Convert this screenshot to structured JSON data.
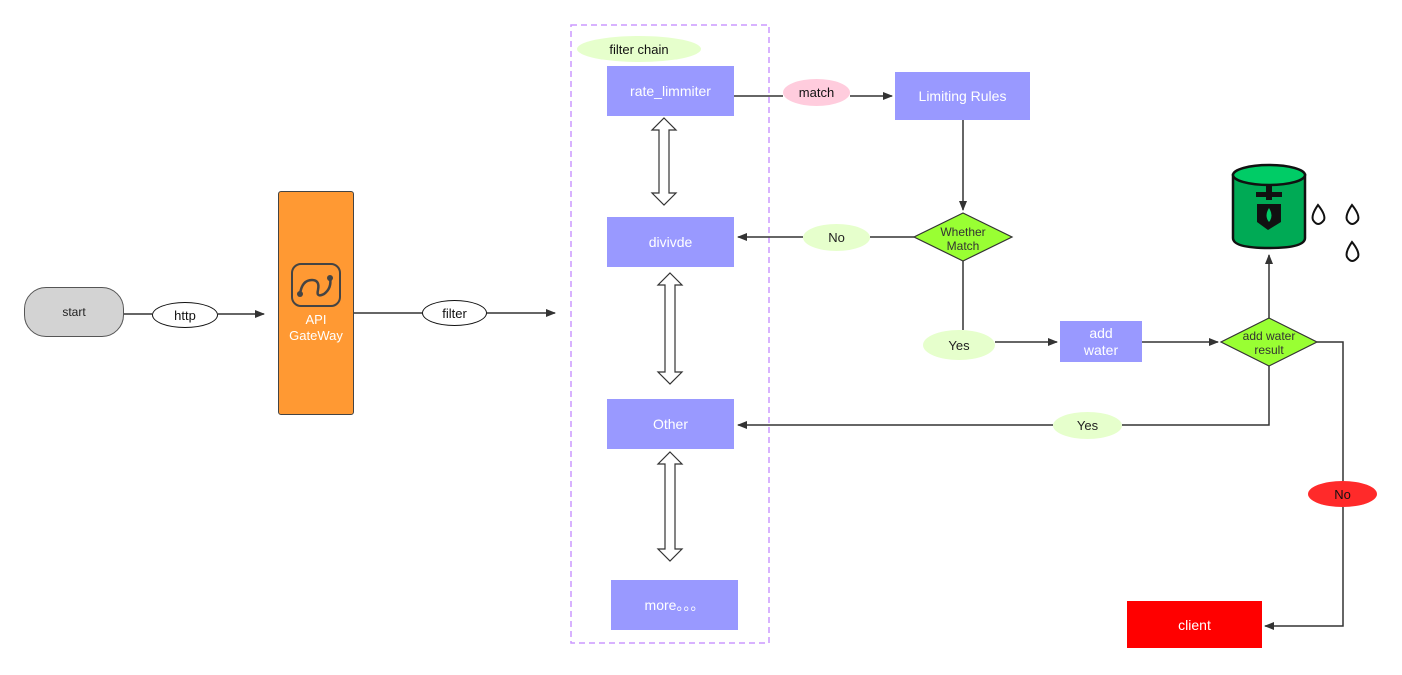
{
  "nodes": {
    "start": "start",
    "http": "http",
    "gateway": "API\nGateWay",
    "filter": "filter",
    "filter_chain": "filter chain",
    "rate_limiter": "rate_limmiter",
    "divide": "divivde",
    "other": "Other",
    "more": "more。。。",
    "match": "match",
    "limiting_rules": "Limiting Rules",
    "whether_match": "Whether\nMatch",
    "no_left": "No",
    "yes_down": "Yes",
    "add_water": "add\nwater",
    "add_water_result": "add water\nresult",
    "yes_back": "Yes",
    "no_red": "No",
    "client": "client"
  },
  "colors": {
    "purple_box": "#9999ff",
    "gateway": "#ff9933",
    "client": "#ff0000",
    "diamond": "#99ff33",
    "light_green": "#e6ffcc",
    "pink": "#ffccdd",
    "bucket": "#00aa55",
    "dashed_border": "#cc99ff"
  },
  "icons": {
    "gateway": "gateway-icon",
    "bucket": "water-bucket-icon",
    "drops": "water-drop-icon"
  }
}
